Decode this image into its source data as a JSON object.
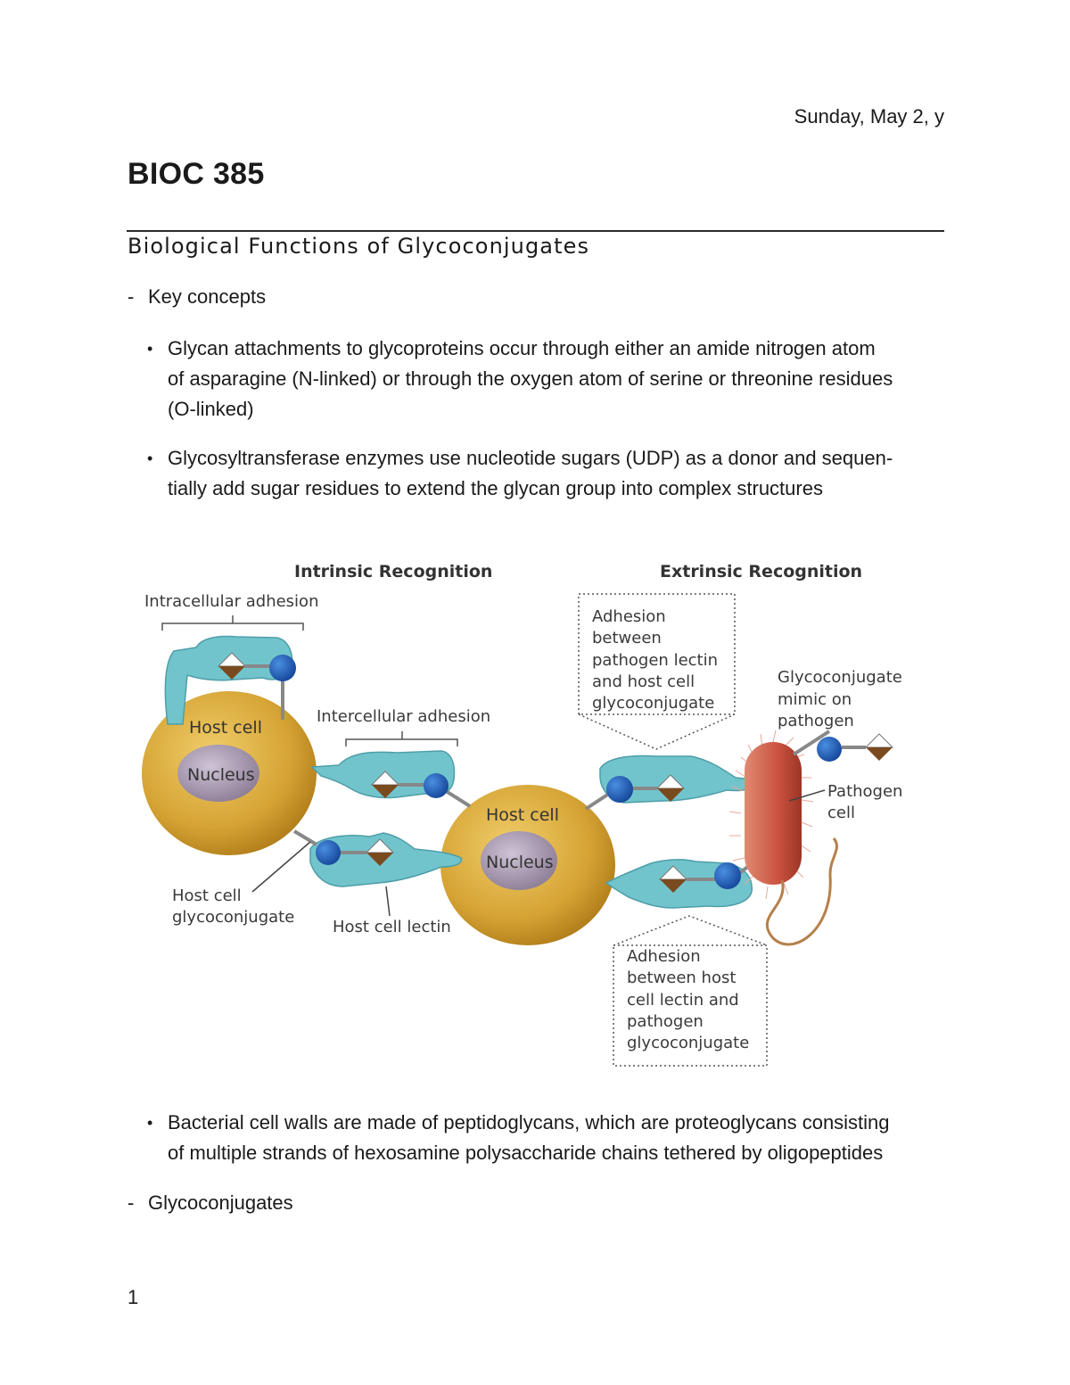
{
  "header": {
    "date": "Sunday, May 2, y",
    "course": "BIOC 385"
  },
  "section": {
    "title": "Biological Functions of Glycoconjugates"
  },
  "dash1": {
    "dash": "-",
    "label": "Key concepts"
  },
  "bullets": [
    "Glycan attachments to glycoproteins occur through either an amide nitrogen atom\nof asparagine (N-linked) or through the oxygen atom of serine or threonine residues\n(O-linked)",
    "Glycosyltransferase enzymes use nucleotide sugars (UDP) as a donor and sequen-\ntially add sugar residues to extend the glycan group into complex structures"
  ],
  "bullet3": "Bacterial cell walls are made of peptidoglycans, which are proteoglycans consisting\nof multiple strands of hexosamine polysaccharide chains tethered by oligopeptides",
  "dash2": {
    "dash": "-",
    "label": "Glycoconjugates"
  },
  "page_number": "1",
  "figure": {
    "intrinsic": "Intrinsic Recognition",
    "extrinsic": "Extrinsic Recognition",
    "intracellular": "Intracellular adhesion",
    "intercellular": "Intercellular adhesion",
    "host_cell": "Host cell",
    "nucleus": "Nucleus",
    "host_glyco_1": "Host cell",
    "host_glyco_2": "glycoconjugate",
    "host_lectin": "Host cell lectin",
    "box1": [
      "Adhesion",
      "between",
      "pathogen lectin",
      "and host cell",
      "glycoconjugate"
    ],
    "mimic": [
      "Glycoconjugate",
      "mimic on",
      "pathogen"
    ],
    "pathogen": [
      "Pathogen",
      "cell"
    ],
    "box2": [
      "Adhesion",
      "between host",
      "cell lectin and",
      "pathogen",
      "glycoconjugate"
    ],
    "colors": {
      "cell": "#d9a93a",
      "nucleus": "#a99ab0",
      "lectin": "#72c4cc",
      "sugar_ball": "#1f5fb5",
      "diamond_dark": "#7a4a1f",
      "bacterium": "#c9513e"
    }
  }
}
